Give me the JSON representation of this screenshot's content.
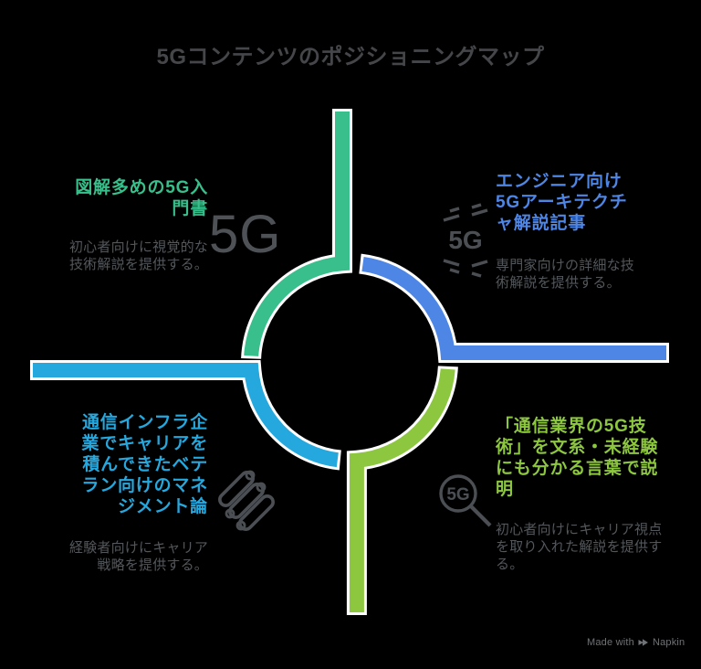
{
  "title": "5Gコンテンツのポジショニングマップ",
  "quadrants": {
    "top_left": {
      "heading": "図解多めの5G入\n門書",
      "description": "初心者向けに視覚的な\n技術解説を提供する。",
      "watermark_label": "5G"
    },
    "top_right": {
      "heading": "エンジニア向け\n5Gアーキテクチ\nャ解説記事",
      "description": "専門家向けの詳細な技\n術解説を提供する。",
      "icon_label": "5G"
    },
    "bottom_left": {
      "heading": "通信インフラ企\n業でキャリアを\n積んできたベテ\nラン向けのマネ\nジメント論",
      "description": "経験者向けにキャリア\n戦略を提供する。"
    },
    "bottom_right": {
      "heading": "「通信業界の5G技\n術」を文系・未経験\nにも分かる言葉で説\n明",
      "icon_label": "5G"
    }
  },
  "bottom_right_description": "初心者向けにキャリア視点\nを取り入れた解説を提供す\nる。",
  "footer": {
    "made_with": "Made with",
    "brand": "Napkin"
  },
  "colors": {
    "background": "#000000",
    "green": "#38BF8B",
    "blue": "#4E86E6",
    "cyan": "#25A8DE",
    "lime": "#8DC63F",
    "outline": "#FFFFFF",
    "title_text": "#45464A",
    "body_text": "#53575B",
    "icon_gray": "#4B4F54",
    "big_5g_gray": "#4E5156",
    "watermark_gray": "#6F7276"
  }
}
